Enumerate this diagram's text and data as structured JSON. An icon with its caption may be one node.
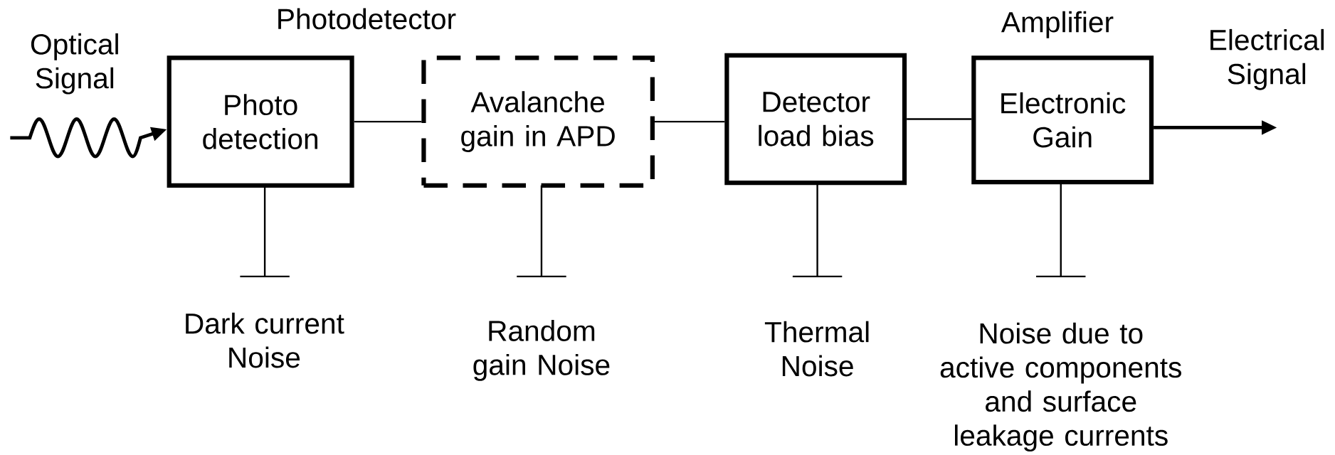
{
  "diagram": {
    "nodes": [
      {
        "text": [
          "Photo detection"
        ]
      },
      {
        "text": [
          "Avalanche gain in APD"
        ]
      },
      {
        "text": [
          "Detector load bias"
        ]
      },
      {
        "text": [
          "Amplifier",
          "Electronic Gain"
        ]
      }
    ],
    "edges": [
      {
        "from": null,
        "to": 0,
        "arrow": "to"
      },
      {
        "from": 0,
        "to": 1,
        "arrow": "none"
      },
      {
        "from": 1,
        "to": 2,
        "arrow": "none"
      },
      {
        "from": 2,
        "to": 3,
        "arrow": "none"
      },
      {
        "from": 3,
        "to": null,
        "arrow": "to"
      }
    ],
    "labels": [
      "Optical Signal",
      "Photodetector",
      "Electrical Signal",
      "Dark current Noise",
      "Random gain Noise",
      "Thermal Noise",
      "Noise due to active components and surface leakage currents"
    ]
  }
}
